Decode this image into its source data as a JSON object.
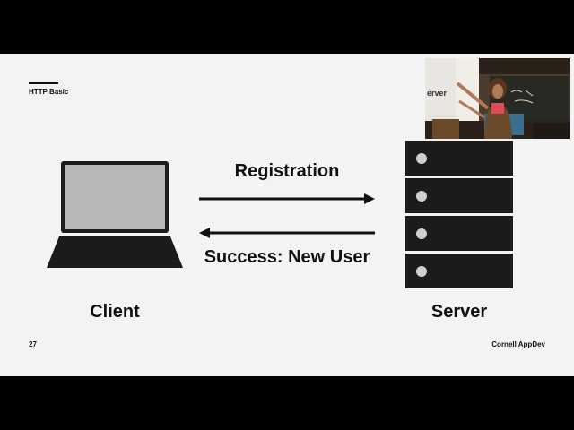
{
  "slide": {
    "section_label": "HTTP Basic",
    "page_number": "27",
    "brand": "Cornell AppDev"
  },
  "diagram": {
    "client": {
      "label": "Client",
      "icon": "laptop-icon"
    },
    "server": {
      "label": "Server",
      "icon": "server-rack-icon",
      "units": 4
    },
    "messages": [
      {
        "label": "Registration",
        "direction": "client-to-server"
      },
      {
        "label": "Success: New User",
        "direction": "server-to-client"
      }
    ]
  },
  "webcam": {
    "slide_fragment": "erver"
  },
  "colors": {
    "slide_bg": "#f3f3f3",
    "letterbox": "#000000",
    "ink": "#111111",
    "laptop_screen": "#b8b8b8",
    "server_body": "#1b1b1b",
    "server_led": "#cfcfcf"
  }
}
